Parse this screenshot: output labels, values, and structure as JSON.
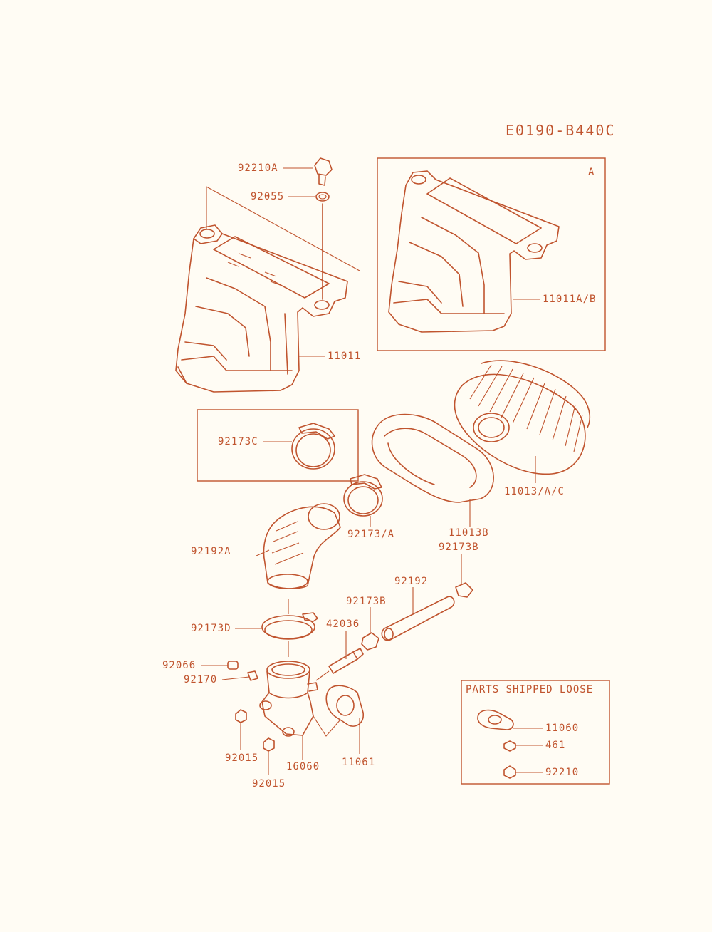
{
  "diagram_code": "E0190-B440C",
  "inset_a_label": "A",
  "loose_box_title": "PARTS SHIPPED LOOSE",
  "callouts": {
    "p92210a": "92210A",
    "p92055": "92055",
    "p11011": "11011",
    "p11011ab": "11011A/B",
    "p92173c": "92173C",
    "p11013ac": "11013/A/C",
    "p11013b": "11013B",
    "p92173a": "92173/A",
    "p92173b_top": "92173B",
    "p92192a": "92192A",
    "p92192": "92192",
    "p92173b_mid": "92173B",
    "p42036": "42036",
    "p92173d": "92173D",
    "p92066": "92066",
    "p92170": "92170",
    "p92015_a": "92015",
    "p16060": "16060",
    "p11061": "11061",
    "p92015_b": "92015",
    "p11060": "11060",
    "p461": "461",
    "p92210": "92210"
  },
  "colors": {
    "line": "#c0542e",
    "paper": "#fffcf4"
  }
}
